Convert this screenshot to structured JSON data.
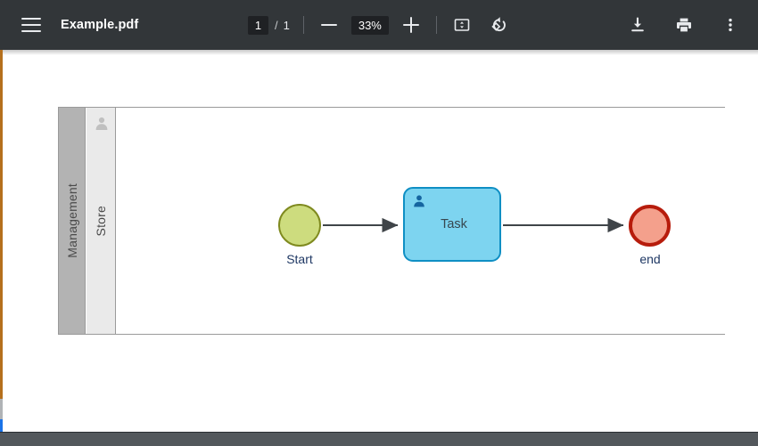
{
  "toolbar": {
    "menu_icon": "hamburger-menu-icon",
    "document_title": "Example.pdf",
    "page_current": "1",
    "page_separator": "/",
    "page_total": "1",
    "zoom_out_icon": "minus-icon",
    "zoom_level": "33%",
    "zoom_in_icon": "plus-icon",
    "fit_page_icon": "fit-to-page-icon",
    "rotate_icon": "rotate-counterclockwise-icon",
    "download_icon": "download-icon",
    "print_icon": "print-icon",
    "more_icon": "more-vertical-icon",
    "background_color": "#323639",
    "field_background_color": "#1f2124"
  },
  "diagram": {
    "type": "bpmn-process",
    "pool": {
      "label": "Management",
      "fill": "#b3b3b3"
    },
    "lane": {
      "label": "Store",
      "fill": "#eaeaea",
      "actor_icon": "person-icon"
    },
    "nodes": [
      {
        "id": "start",
        "kind": "start-event",
        "label": "Start",
        "fill": "#cddc7e",
        "stroke": "#7f8a1f"
      },
      {
        "id": "task",
        "kind": "user-task",
        "label": "Task",
        "fill": "#7dd4f0",
        "stroke": "#0f8fc4",
        "actor_icon": "person-icon"
      },
      {
        "id": "end",
        "kind": "end-event",
        "label": "end",
        "fill": "#f4a08c",
        "stroke": "#b71c0c"
      }
    ],
    "flows": [
      {
        "from": "start",
        "to": "task",
        "stroke": "#3f4448"
      },
      {
        "from": "task",
        "to": "end",
        "stroke": "#3f4448"
      }
    ],
    "label_color": "#1f3864"
  },
  "rail": {
    "top_color": "#b5701d",
    "middle_color": "#b0b3b6",
    "bottom_color": "#1a73e8"
  },
  "footer": {
    "background_color": "#53585c"
  }
}
